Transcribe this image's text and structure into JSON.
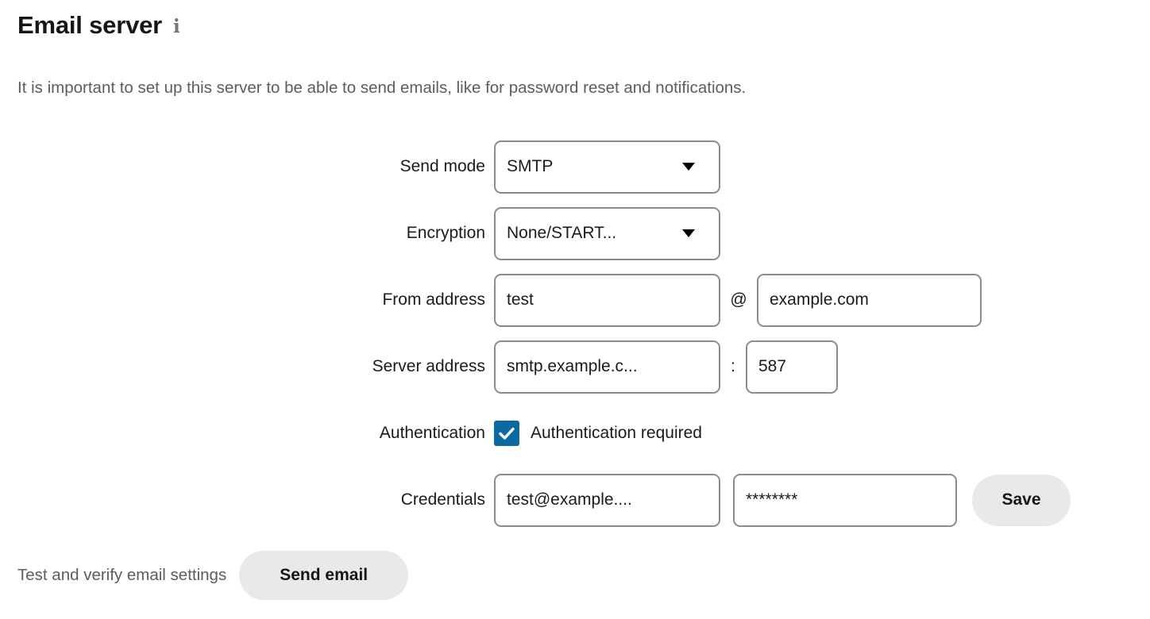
{
  "header": {
    "title": "Email server",
    "info_icon": "info-icon",
    "description": "It is important to set up this server to be able to send emails, like for password reset and notifications."
  },
  "form": {
    "rows": [
      {
        "label": "Send mode",
        "control": "select",
        "value": "SMTP",
        "caret_icon": "chevron-down-icon"
      },
      {
        "label": "Encryption",
        "control": "select",
        "value": "None/START...",
        "caret_icon": "chevron-down-icon"
      },
      {
        "label": "From address",
        "control": "email-split",
        "local_part": "test",
        "separator": "@",
        "domain": "example.com"
      },
      {
        "label": "Server address",
        "control": "host-port",
        "host": "smtp.example.c...",
        "separator": ":",
        "port": "587"
      },
      {
        "label": "Authentication",
        "control": "checkbox",
        "checked": true,
        "checkbox_label": "Authentication required",
        "check_icon": "check-icon"
      },
      {
        "label": "Credentials",
        "control": "credentials",
        "username": "test@example....",
        "password": "********",
        "save_label": "Save"
      }
    ]
  },
  "footer": {
    "test_label": "Test and verify email settings",
    "send_email_label": "Send email"
  },
  "colors": {
    "accent": "#0b6aa2",
    "border": "#8c8c8c",
    "button_bg": "#e9e9e9",
    "muted_text": "#5d5d5d",
    "text": "#1b1b1b"
  }
}
